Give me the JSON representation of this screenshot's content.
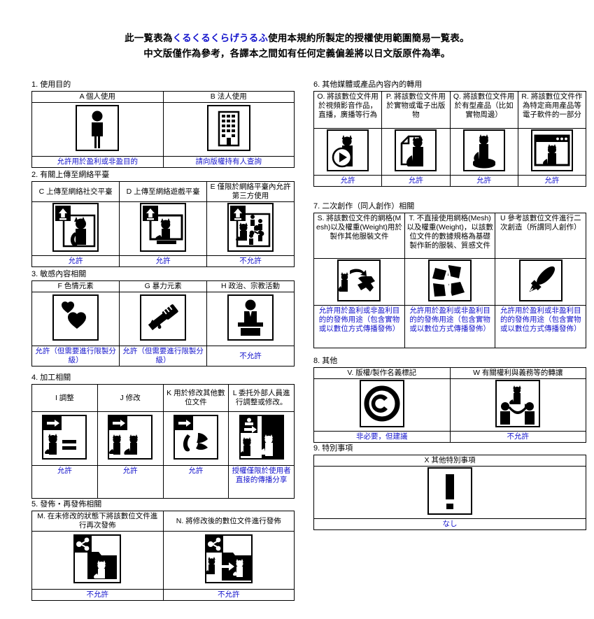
{
  "title": {
    "line1_pre": "此一覧表為",
    "line1_accent": "くるくるくらげうるふ",
    "line1_post": "使用本規約所製定的授權使用範圍簡易一覧表。",
    "line2": "中文版僅作為參考，各譯本之間如有任何定義偏差將以日文版原件為準。"
  },
  "colors": {
    "accent_blue": "#1414cc",
    "border": "#000000",
    "background": "#ffffff"
  },
  "sections": {
    "s1": {
      "heading": "1. 使用目的",
      "columns": [
        {
          "header": "A 個人使用",
          "icon": "person-icon",
          "permission": "允許用於盈利或非盈目的"
        },
        {
          "header": "B 法人使用",
          "icon": "building-icon",
          "permission": "請向版權持有人查詢"
        }
      ]
    },
    "s2": {
      "heading": "2. 有關上傳至網絡平臺",
      "columns": [
        {
          "header": "C 上傳至網絡社交平臺",
          "icon": "upload-cat-icon",
          "permission": "允許"
        },
        {
          "header": "D 上傳至網絡遊戲平臺",
          "icon": "upload-cat-monitor-icon",
          "permission": "允許"
        },
        {
          "header": "E 僅限於網絡平臺內允許第三方使用",
          "icon": "upload-cat-share-people-icon",
          "permission": "不允許"
        }
      ]
    },
    "s3": {
      "heading": "3. 敏感內容相關",
      "columns": [
        {
          "header": "F 色情元素",
          "icon": "hearts-icon",
          "permission": "允許（但需要進行限製分級）"
        },
        {
          "header": "G 暴力元素",
          "icon": "knife-icon",
          "permission": "允許（但需要進行限製分級）"
        },
        {
          "header": "H 政治、宗教活動",
          "icon": "podium-speaker-icon",
          "permission": "不允許"
        }
      ]
    },
    "s4": {
      "heading": "4. 加工相關",
      "columns": [
        {
          "header": "I 調整",
          "icon": "arrow-cat-equals-icon",
          "permission": "允許"
        },
        {
          "header": "J 修改",
          "icon": "arrow-cat-cat-icon",
          "permission": "允許"
        },
        {
          "header": "K 用於修改其他數位文件",
          "icon": "arrow-cat-other-icon",
          "permission": "允許"
        },
        {
          "header": "L 委托外部人員進行調整或修改。",
          "icon": "arrow-cat-outsource-icon",
          "permission": "授權僅限於使用者直接的傳播分享"
        }
      ]
    },
    "s5": {
      "heading": "5. 發佈・再發佈相關",
      "columns": [
        {
          "header": "M. 在未修改的狀態下將該數位文件進行再次發佈",
          "icon": "share-folder-cat-icon",
          "permission": "不允許"
        },
        {
          "header": "N. 將修改後的數位文件進行發佈",
          "icon": "share-folder-modified-cat-icon",
          "permission": "不允許"
        }
      ]
    },
    "s6": {
      "heading": "6. 其他媒體或產品內容內的轉用",
      "columns": [
        {
          "header": "O. 將該數位文件用於視頻影音作品，直播，廣播等行為",
          "icon": "cat-video-play-icon",
          "permission": "允許"
        },
        {
          "header": "P. 將該數位文件用於實物或電子出版物",
          "icon": "cat-document-icon",
          "permission": "允許"
        },
        {
          "header": "Q. 將該數位文件用於有型產品（比如實物周邊）",
          "icon": "cat-figure-stand-icon",
          "permission": "允許"
        },
        {
          "header": "R. 將該數位文件作為特定商用產品等電子軟件的一部分",
          "icon": "cat-browser-window-icon",
          "permission": "允許"
        }
      ]
    },
    "s7": {
      "heading": "7. 二次創作（同人創作）相關",
      "columns": [
        {
          "header": "S. 將該數位文件的網格(Mesh)以及權重(Weight)用於製作其他服裝文件",
          "icon": "cat-arrow-cloth-icon",
          "permission": "允許用於盈利或非盈利目的的發佈用途（包含實物或以數位方式傳播發佈）"
        },
        {
          "header": "T. 不直接使用網格(Mesh)以及權重(Weight)，以該數位文件的數據規格為基礎製作新的服裝、質感文件",
          "icon": "cloth-pieces-icon",
          "permission": "允許用於盈利或非盈利目的的發佈用途（包含實物或以數位方式傳播發佈）"
        },
        {
          "header": "U 參考該數位文件進行二次創造（所謂同人創作）",
          "icon": "pen-brush-icon",
          "permission": "允許用於盈利或非盈利目的的發佈用途（包含實物或以數位方式傳播發佈）"
        }
      ]
    },
    "s8": {
      "heading": "8. 其他",
      "columns": [
        {
          "header": "V. 版權/製作名義標記",
          "icon": "copyright-icon",
          "permission": "非必要，但建議"
        },
        {
          "header": "W 有關權利與義務等的轉讓",
          "icon": "transfer-people-cat-icon",
          "permission": "不允許"
        }
      ]
    },
    "s9": {
      "heading": "9. 特別事項",
      "columns": [
        {
          "header": "X 其他特別事項",
          "icon": "exclamation-icon",
          "permission": "なし"
        }
      ]
    }
  }
}
